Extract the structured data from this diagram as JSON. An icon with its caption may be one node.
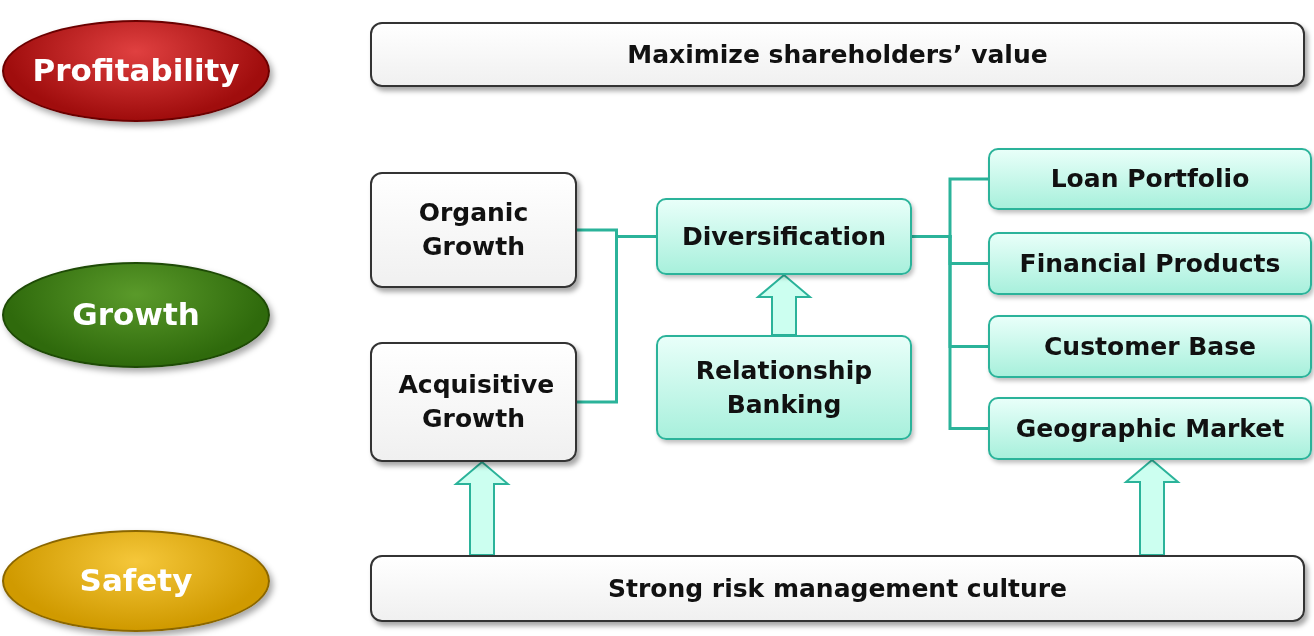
{
  "diagram": {
    "nodes": [
      {
        "text": [
          "Profitability"
        ]
      },
      {
        "text": [
          "Maximize shareholders’ value"
        ]
      },
      {
        "text": [
          "Growth"
        ]
      },
      {
        "text": [
          "Organic Growth"
        ]
      },
      {
        "text": [
          "Acquisitive Growth"
        ]
      },
      {
        "text": [
          "Diversification"
        ]
      },
      {
        "text": [
          "Relationship Banking"
        ]
      },
      {
        "text": [
          "Loan Portfolio"
        ]
      },
      {
        "text": [
          "Financial Products"
        ]
      },
      {
        "text": [
          "Customer Base"
        ]
      },
      {
        "text": [
          "Geographic Market"
        ]
      },
      {
        "text": [
          "Safety"
        ]
      },
      {
        "text": [
          "Strong risk management culture"
        ]
      }
    ],
    "edges": [
      {
        "from": 3,
        "to": 5,
        "arrow": "none"
      },
      {
        "from": 4,
        "to": 5,
        "arrow": "none"
      },
      {
        "from": 6,
        "to": 5,
        "arrow": "to"
      },
      {
        "from": 5,
        "to": 7,
        "arrow": "none"
      },
      {
        "from": 5,
        "to": 8,
        "arrow": "none"
      },
      {
        "from": 5,
        "to": 9,
        "arrow": "none"
      },
      {
        "from": 5,
        "to": 10,
        "arrow": "none"
      },
      {
        "from": 12,
        "to": 4,
        "arrow": "to"
      },
      {
        "from": 12,
        "to": 10,
        "arrow": "to"
      }
    ]
  }
}
